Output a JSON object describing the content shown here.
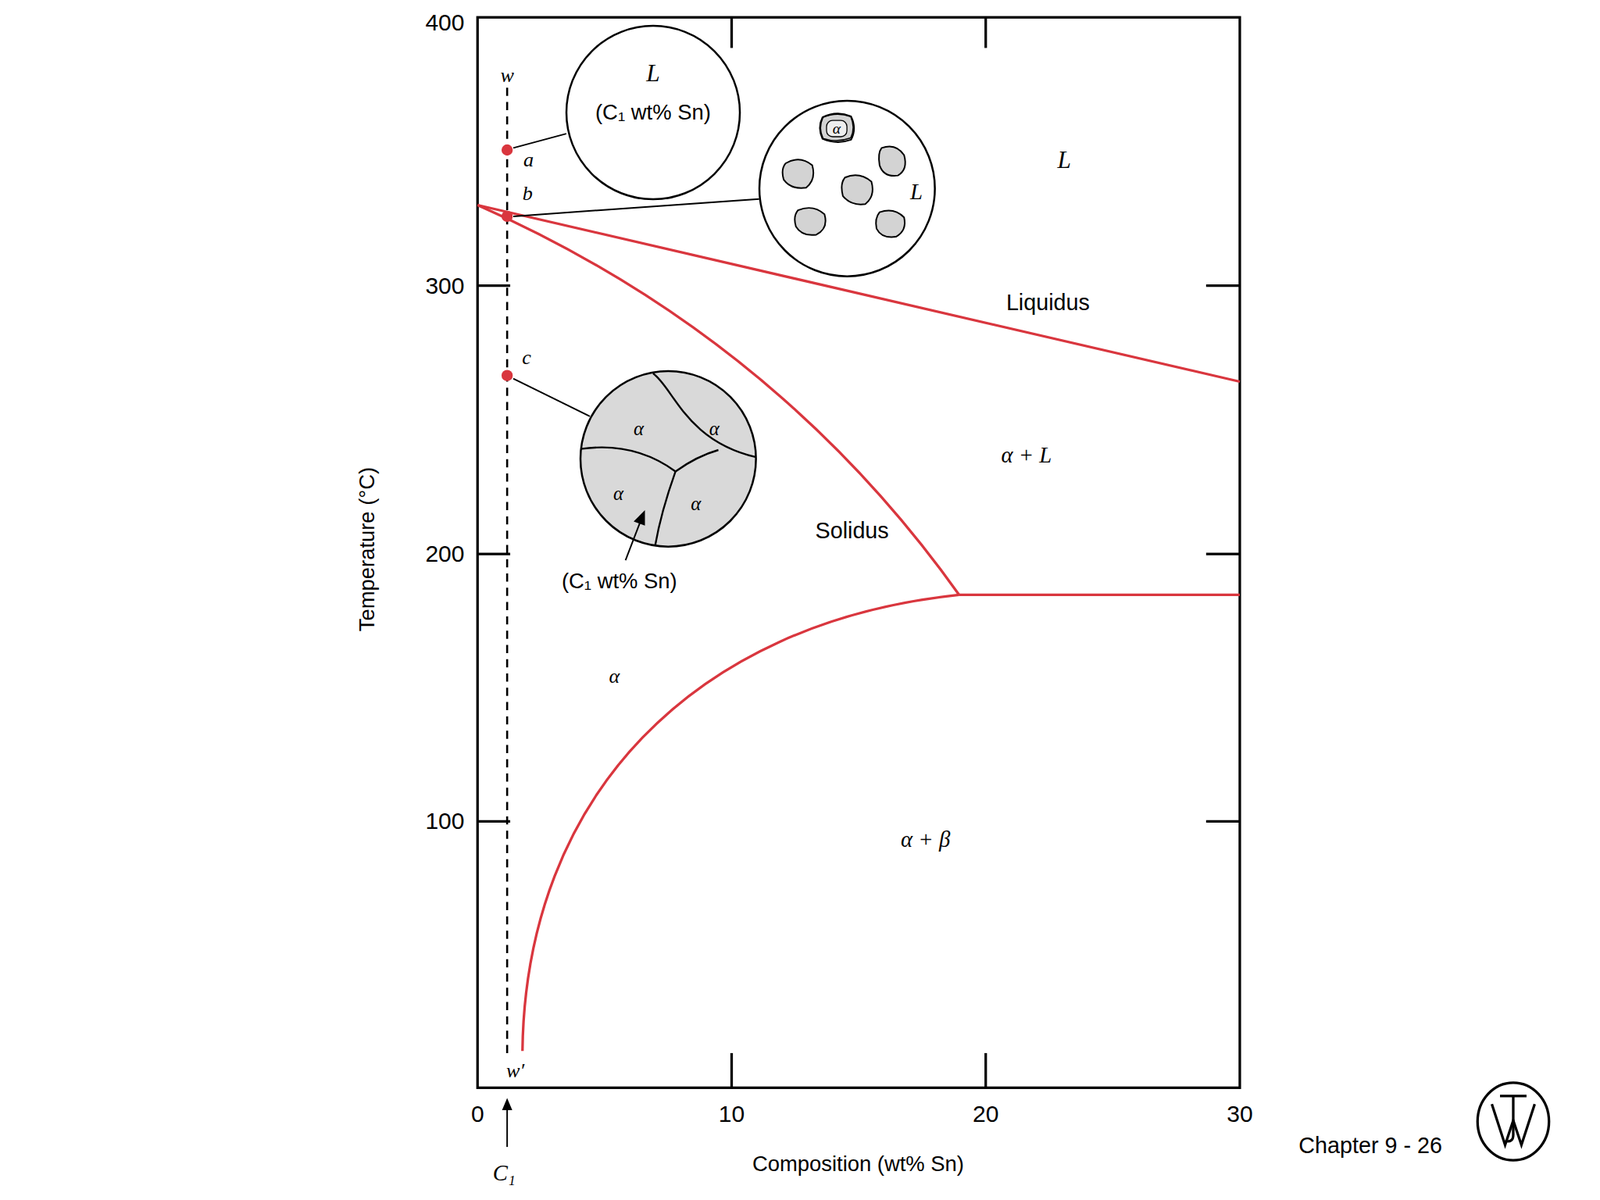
{
  "diagram": {
    "nodes": [
      {
        "text": [
          "L",
          "(C₁ wt% Sn)"
        ]
      },
      {
        "text": [
          "L"
        ]
      },
      {
        "text": [
          "α"
        ],
        "in": 1
      },
      {
        "text": [
          "α",
          "α",
          "α",
          "α"
        ]
      }
    ],
    "labels": [
      "400",
      "300",
      "200",
      "100",
      "0",
      "10",
      "20",
      "30",
      "Temperature (°C)",
      "Composition (wt% Sn)",
      "w",
      "a",
      "b",
      "c",
      "w′",
      "C₁",
      "L",
      "Liquidus",
      "α + L",
      "Solidus",
      "α",
      "α + β",
      "(C₁ wt% Sn)",
      "Chapter 9 -  26"
    ]
  }
}
